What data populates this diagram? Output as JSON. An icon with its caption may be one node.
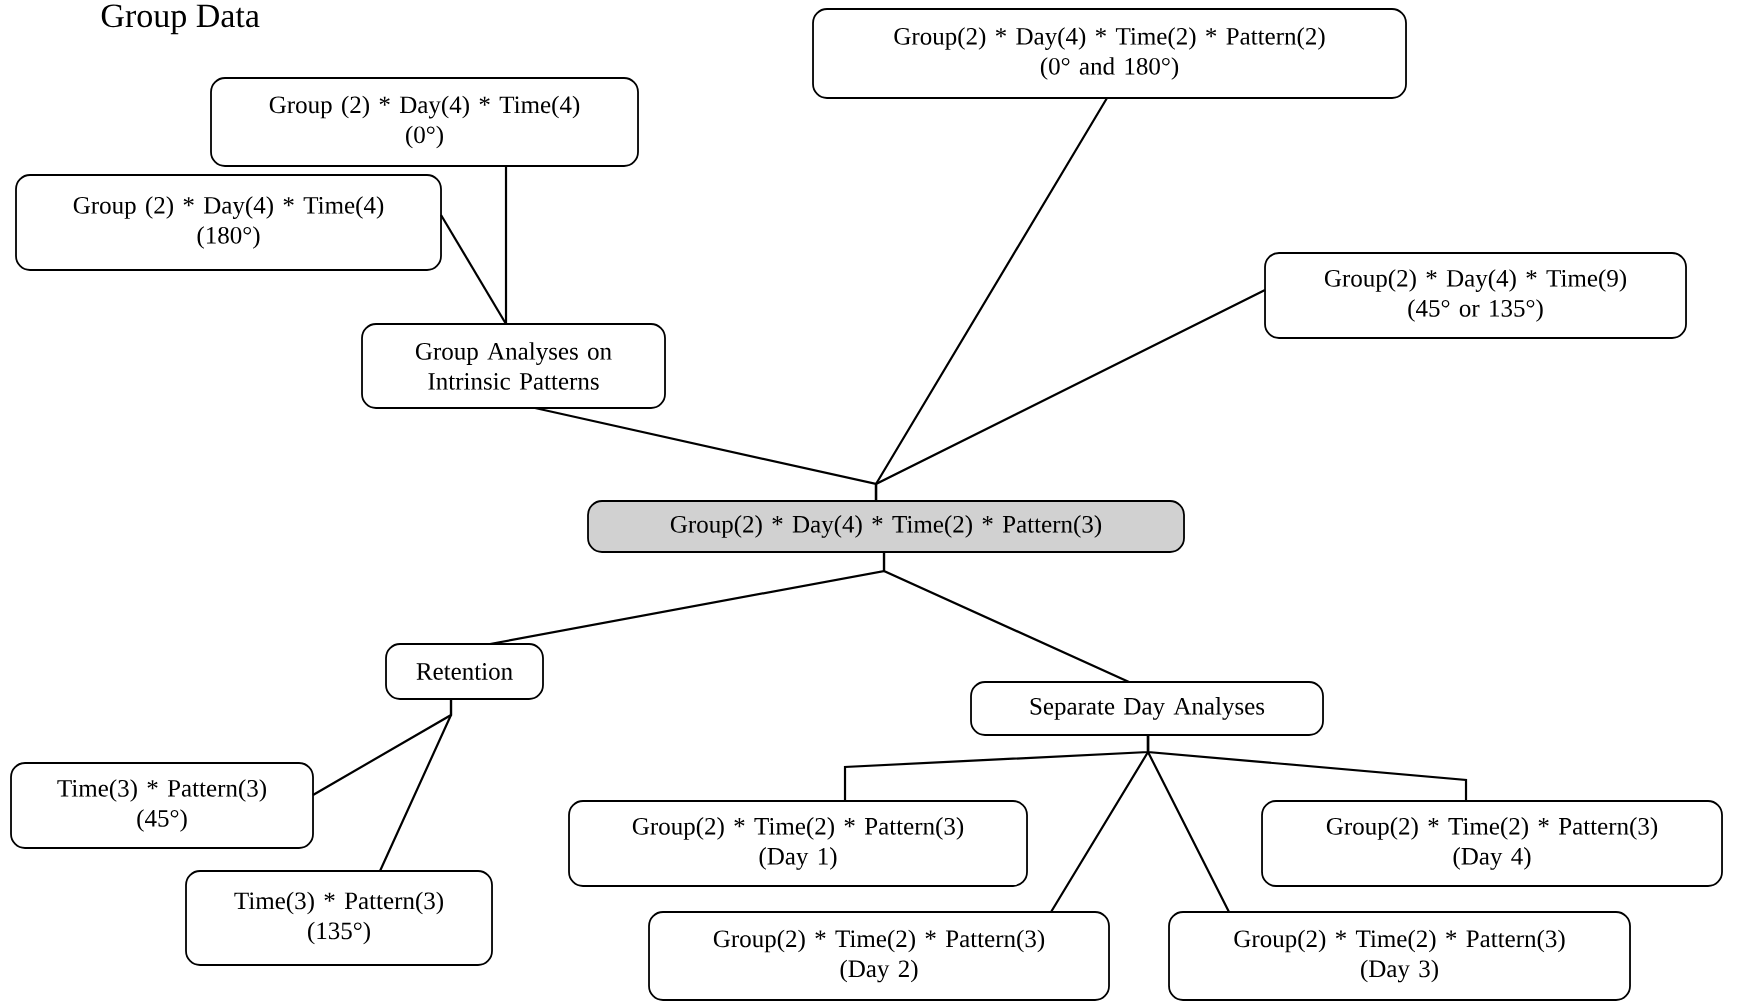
{
  "diagram": {
    "title": "Group Data",
    "nodes": [
      {
        "text": [
          "Group (2) * Day(4) * Time(4)",
          "(0°)"
        ]
      },
      {
        "text": [
          "Group (2) * Day(4) * Time(4)",
          "(180°)"
        ]
      },
      {
        "text": [
          "Group Analyses on Intrinsic Patterns"
        ]
      },
      {
        "text": [
          "Group(2) * Day(4) * Time(2) * Pattern(2)",
          "(0° and 180°)"
        ]
      },
      {
        "text": [
          "Group(2) * Day(4) * Time(9)",
          "(45° or 135°)"
        ]
      },
      {
        "text": [
          "Group(2) * Day(4) * Time(2) * Pattern(3)"
        ]
      },
      {
        "text": [
          "Retention"
        ]
      },
      {
        "text": [
          "Time(3) * Pattern(3)",
          "(45°)"
        ]
      },
      {
        "text": [
          "Time(3) * Pattern(3)",
          "(135°)"
        ]
      },
      {
        "text": [
          "Separate Day Analyses"
        ]
      },
      {
        "text": [
          "Group(2) * Time(2) * Pattern(3)",
          "(Day 1)"
        ]
      },
      {
        "text": [
          "Group(2) * Time(2) * Pattern(3)",
          "(Day 2)"
        ]
      },
      {
        "text": [
          "Group(2) * Time(2) * Pattern(3)",
          "(Day 3)"
        ]
      },
      {
        "text": [
          "Group(2) * Time(2) * Pattern(3)",
          "(Day 4)"
        ]
      }
    ],
    "edges": [
      {
        "from": 0,
        "to": 2,
        "arrow": "none"
      },
      {
        "from": 1,
        "to": 2,
        "arrow": "none"
      },
      {
        "from": 2,
        "to": 5,
        "arrow": "none"
      },
      {
        "from": 3,
        "to": 5,
        "arrow": "none"
      },
      {
        "from": 4,
        "to": 5,
        "arrow": "none"
      },
      {
        "from": 5,
        "to": 6,
        "arrow": "none"
      },
      {
        "from": 5,
        "to": 9,
        "arrow": "none"
      },
      {
        "from": 6,
        "to": 7,
        "arrow": "none"
      },
      {
        "from": 6,
        "to": 8,
        "arrow": "none"
      },
      {
        "from": 9,
        "to": 10,
        "arrow": "none"
      },
      {
        "from": 9,
        "to": 11,
        "arrow": "none"
      },
      {
        "from": 9,
        "to": 12,
        "arrow": "none"
      },
      {
        "from": 9,
        "to": 13,
        "arrow": "none"
      }
    ]
  }
}
